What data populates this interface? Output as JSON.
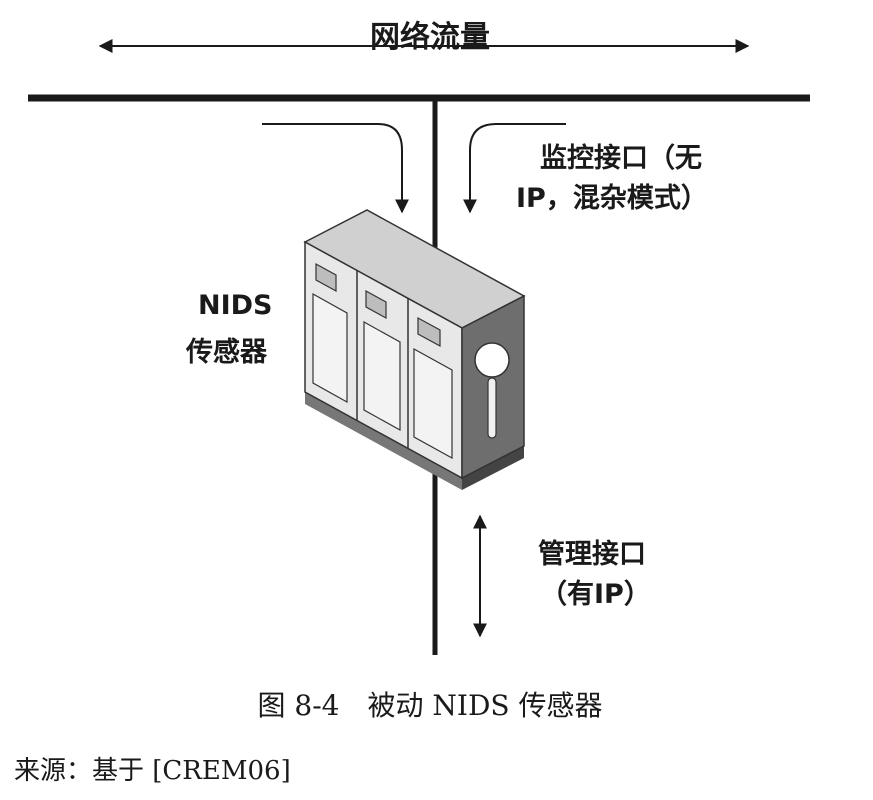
{
  "labels": {
    "network_traffic": "网络流量",
    "monitor_interface_line1": "监控接口（无",
    "monitor_interface_line2": "IP，混杂模式）",
    "nids_sensor_line1": "NIDS",
    "nids_sensor_line2": "传感器",
    "management_interface_line1": "管理接口",
    "management_interface_line2": "（有IP）"
  },
  "caption": "图 8-4　被动 NIDS 传感器",
  "source": "来源：基于 [CREM06]",
  "colors": {
    "ink": "#1a1a1a",
    "cabinet_front": "#e8e8e8",
    "cabinet_side": "#6e6e6e",
    "cabinet_top": "#d0d0d0"
  },
  "icons": {
    "sensor": "server-cabinet-icon"
  }
}
